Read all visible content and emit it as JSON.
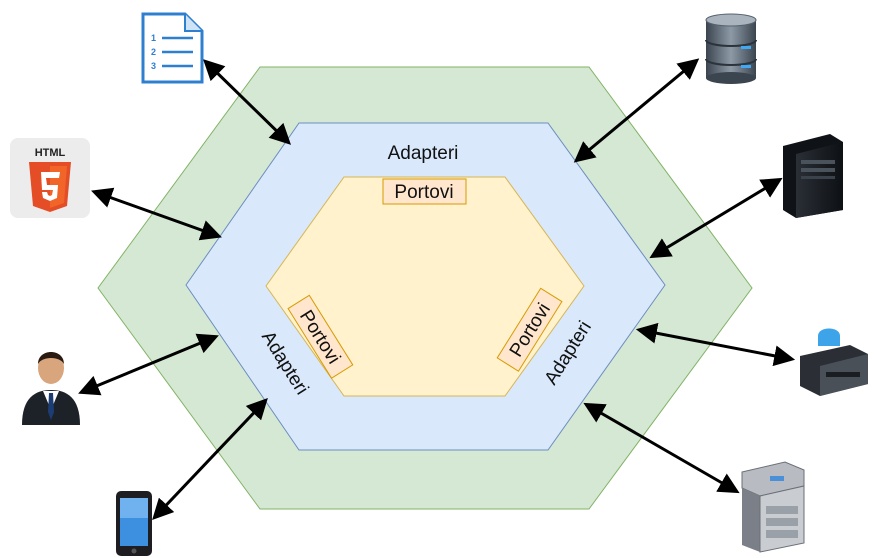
{
  "layers": {
    "outer": {
      "fill": "#d5e8d4",
      "stroke": "#82b366"
    },
    "adapters": {
      "fill": "#dae8fc",
      "stroke": "#6c8ebf",
      "labels": [
        "Adapteri",
        "Adapteri",
        "Adapteri"
      ]
    },
    "ports": {
      "fill": "#fff2cc",
      "stroke": "#d6b656",
      "labels": [
        "Portovi",
        "Portovi",
        "Portovi"
      ],
      "label_fill": "#ffe6cc",
      "label_stroke": "#d79b00"
    }
  },
  "actors": [
    {
      "icon": "document-list-icon"
    },
    {
      "icon": "html5-icon",
      "text": "HTML"
    },
    {
      "icon": "user-icon"
    },
    {
      "icon": "mobile-phone-icon"
    },
    {
      "icon": "database-icon"
    },
    {
      "icon": "server-tower-icon"
    },
    {
      "icon": "printer-icon"
    },
    {
      "icon": "photocopier-icon"
    }
  ],
  "colors": {
    "arrow": "#000000"
  }
}
